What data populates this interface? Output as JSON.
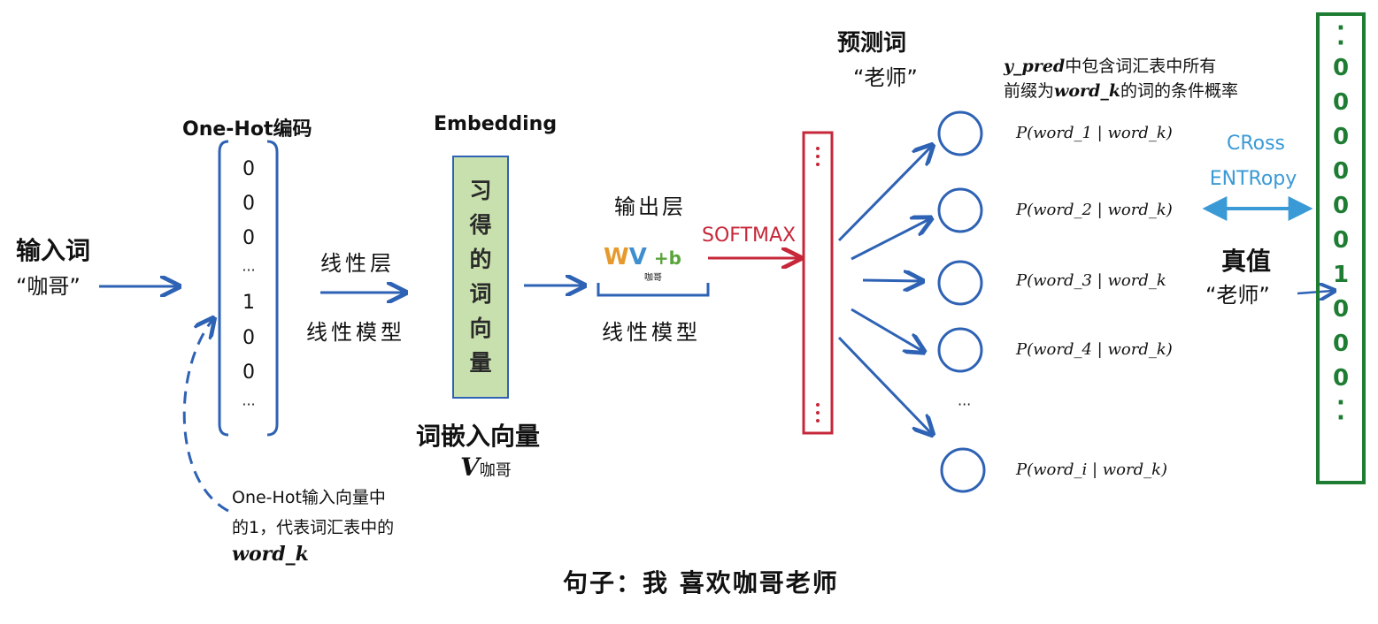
{
  "input": {
    "label": "输入词",
    "word": "“咖哥”"
  },
  "onehot": {
    "title": "One-Hot编码",
    "values": [
      "0",
      "0",
      "0",
      "···",
      "1",
      "0",
      "0",
      "···"
    ],
    "note_line1": "One-Hot输入向量中",
    "note_line2": "的1，代表词汇表中的",
    "note_line3": "word_k"
  },
  "linear1": {
    "top": "线性层",
    "bottom": "线性模型"
  },
  "embedding": {
    "title": "Embedding",
    "box_chars": [
      "习",
      "得",
      "的",
      "词",
      "向",
      "量"
    ],
    "below_label": "词嵌入向量",
    "v_symbol": "V",
    "v_sub": "咖哥"
  },
  "output_layer": {
    "title": "输出层",
    "w": "W",
    "v": "V",
    "plus_b": "+b",
    "sub": "咖哥",
    "bottom": "线性模型",
    "softmax": "SOFTMAX"
  },
  "prediction": {
    "title": "预测词",
    "word": "“老师”",
    "ypred_line1_a": "y_pred",
    "ypred_line1_b": "中包含词汇表中所有",
    "ypred_line2_a": "前缀为",
    "ypred_line2_b": "word_k",
    "ypred_line2_c": "的词的条件概率",
    "probs": [
      "P(word_1 | word_k)",
      "P(word_2 | word_k)",
      "P(word_3 | word_k",
      "P(word_4 | word_k)",
      "P(word_i | word_k)"
    ],
    "ellipsis": "···"
  },
  "loss": {
    "line1": "CRoss",
    "line2": "ENTRopy"
  },
  "truth": {
    "title": "真值",
    "word": "“老师”",
    "values": [
      "·",
      "·",
      "0",
      "0",
      "0",
      "0",
      "0",
      "0",
      "1",
      "0",
      "0",
      "0",
      "·",
      "·"
    ]
  },
  "sentence": "句子：我 喜欢咖哥老师",
  "colors": {
    "blue": "#2e62b4",
    "red": "#c6283a",
    "green": "#1e7d32",
    "lightblue": "#3a9ad6",
    "emb_fill": "#c8e0ad",
    "orange": "#e69a2e",
    "teal": "#3f8ed0",
    "lime": "#5aa43c"
  },
  "icons": {
    "arrow": "arrow-right-icon",
    "dashed_arrow": "dashed-curve-arrow-icon",
    "double_arrow": "double-arrow-icon",
    "neuron": "neuron-circle-icon"
  }
}
